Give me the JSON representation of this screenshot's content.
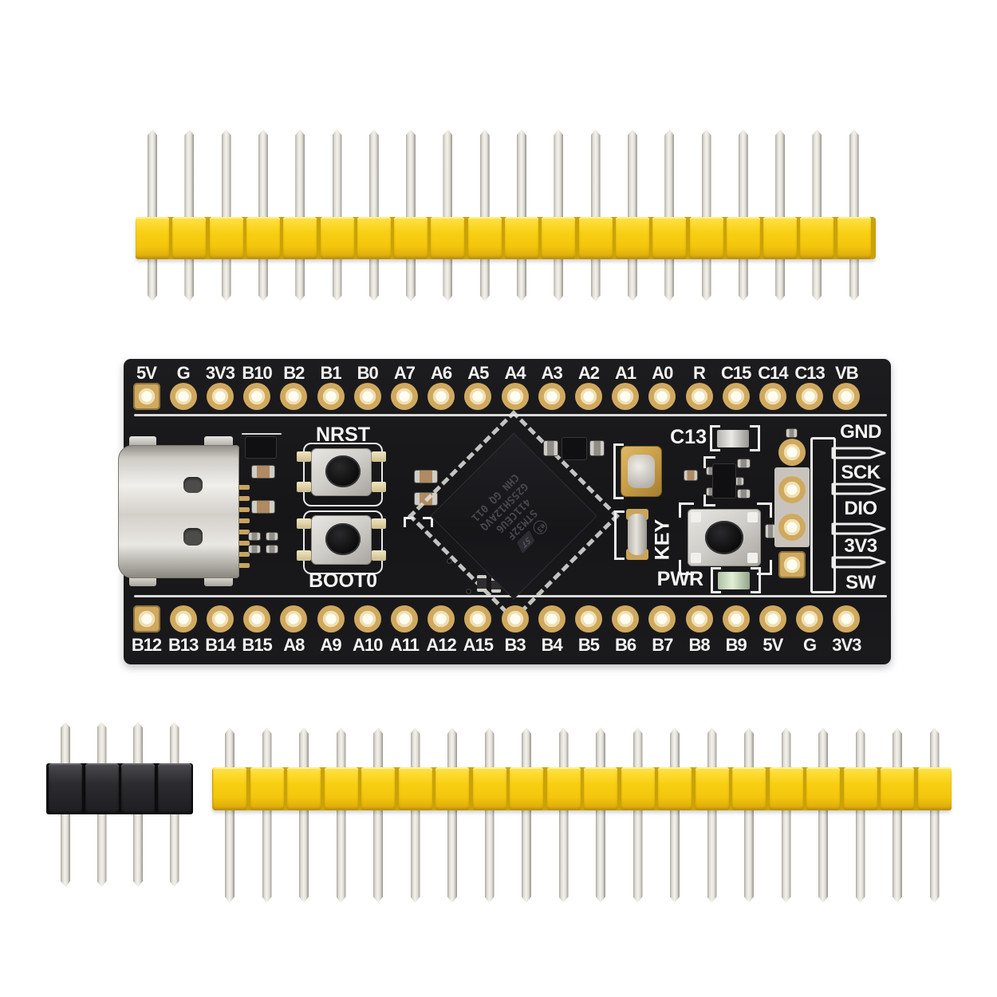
{
  "product": {
    "description": "STM32 Black Pill microcontroller development board with USB-C and pin headers",
    "pin_labels_top": [
      "5V",
      "G",
      "3V3",
      "B10",
      "B2",
      "B1",
      "B0",
      "A7",
      "A6",
      "A5",
      "A4",
      "A3",
      "A2",
      "A1",
      "A0",
      "R",
      "C15",
      "C14",
      "C13",
      "VB"
    ],
    "pin_labels_bottom": [
      "B12",
      "B13",
      "B14",
      "B15",
      "A8",
      "A9",
      "A10",
      "A11",
      "A12",
      "A15",
      "B3",
      "B4",
      "B5",
      "B6",
      "B7",
      "B8",
      "B9",
      "5V",
      "G",
      "3V3"
    ],
    "silkscreen": {
      "nrst_label": "NRST",
      "boot0_label": "BOOT0",
      "c13_label": "C13",
      "key_label": "KEY",
      "pwr_label": "PWR"
    },
    "swd_labels": [
      "GND",
      "SCK",
      "DIO",
      "3V3",
      "SW"
    ],
    "chip": {
      "logo": "ST",
      "e3_mark": "e3",
      "marking_lines": [
        "STM32F",
        "411CEU6",
        "G25SH12AVQ",
        "CHN GQ 011"
      ]
    },
    "headers": {
      "top_yellow_pin_count": 20,
      "bottom_yellow_pin_count": 20,
      "black_pin_count": 4
    },
    "colors": {
      "pcb_black": "#18181a",
      "header_yellow": "#f5c90d",
      "pin_silver": "#e9e6df",
      "pad_gold": "#cfa95f",
      "silkscreen_white": "#f2f2f2"
    }
  }
}
